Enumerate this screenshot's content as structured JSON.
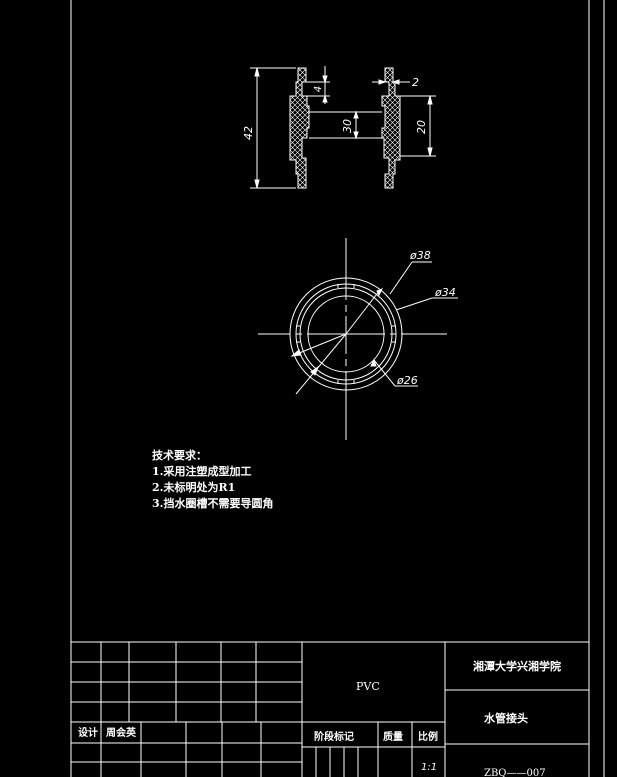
{
  "colors": {
    "background": "#000000",
    "lines": "#ffffff",
    "hatch": "#ffffff"
  },
  "dimensions": {
    "overall_height": "42",
    "flange_thickness": "4",
    "wall_thickness": "2",
    "bore": "30",
    "hub_height": "20",
    "outer_dia": "ø38",
    "mid_dia": "ø34",
    "inner_dia": "ø26"
  },
  "notes": {
    "heading": "技术要求：",
    "items": [
      "1.采用注塑成型加工",
      "2.未标明处为R1",
      "3.挡水圈槽不需要导圆角"
    ]
  },
  "title_block": {
    "material": "PVC",
    "school": "湘潭大学兴湘学院",
    "part_name": "水管接头",
    "designer_label": "设计",
    "designer_name": "周会英",
    "stage_label": "阶段标记",
    "weight_label": "质量",
    "scale_label": "比例",
    "scale_value": "1:1",
    "drawing_number": "ZBQ——007"
  }
}
